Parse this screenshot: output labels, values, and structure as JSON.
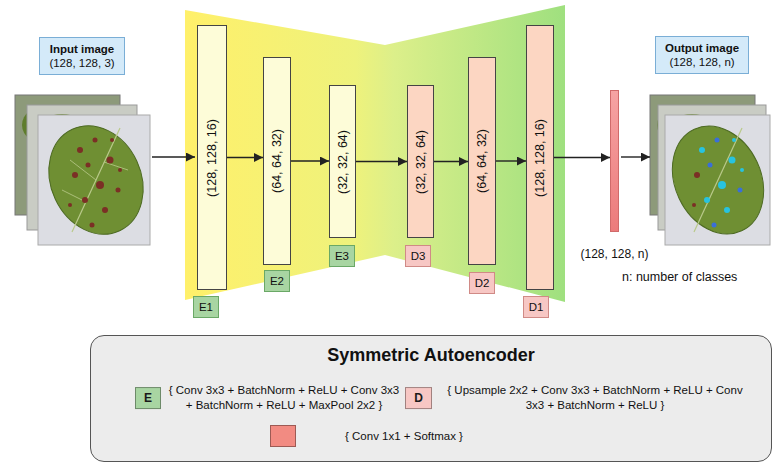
{
  "diagram": {
    "nodes": [
      {
        "text": [
          "Input image",
          "(128, 128, 3)"
        ]
      },
      {
        "text": [
          "(128, 128, 16)"
        ]
      },
      {
        "text": [
          "E1"
        ]
      },
      {
        "text": [
          "(64, 64, 32)"
        ]
      },
      {
        "text": [
          "E2"
        ]
      },
      {
        "text": [
          "(32, 32, 64)"
        ]
      },
      {
        "text": [
          "E3"
        ]
      },
      {
        "text": [
          "(32, 32, 64)"
        ]
      },
      {
        "text": [
          "D3"
        ]
      },
      {
        "text": [
          "(64, 64, 32)"
        ]
      },
      {
        "text": [
          "D2"
        ]
      },
      {
        "text": [
          "(128, 128, 16)"
        ]
      },
      {
        "text": [
          "D1"
        ]
      },
      {
        "text": [
          "(128, 128, n)"
        ]
      },
      {
        "text": [
          "Output image",
          "(128, 128, n)"
        ]
      },
      {
        "text": [
          "Symmetric Autoencoder"
        ]
      }
    ],
    "edges": [
      {
        "from": 1,
        "to": 3,
        "arrow": "to"
      },
      {
        "from": 3,
        "to": 5,
        "arrow": "to"
      },
      {
        "from": 5,
        "to": 7,
        "arrow": "to"
      },
      {
        "from": 7,
        "to": 9,
        "arrow": "to"
      },
      {
        "from": 9,
        "to": 11,
        "arrow": "to"
      },
      {
        "from": 11,
        "to": 13,
        "arrow": "to"
      }
    ],
    "labels": [
      "n: number of classes",
      "E",
      "D"
    ],
    "legend": [
      {
        "text": "{ Conv 3x3 + BatchNorm + ReLU + Conv 3x3 + BatchNorm + ReLU + MaxPool 2x2 }",
        "color": "#a8d5a2"
      },
      {
        "text": "{ Upsample 2x2 + Conv 3x3 + BatchNorm + ReLU + Conv 3x3 + BatchNorm + ReLU }",
        "color": "#f7c7c4"
      },
      {
        "text": "{ Conv 1x1 + Softmax }",
        "color": "#f28b82"
      }
    ]
  }
}
